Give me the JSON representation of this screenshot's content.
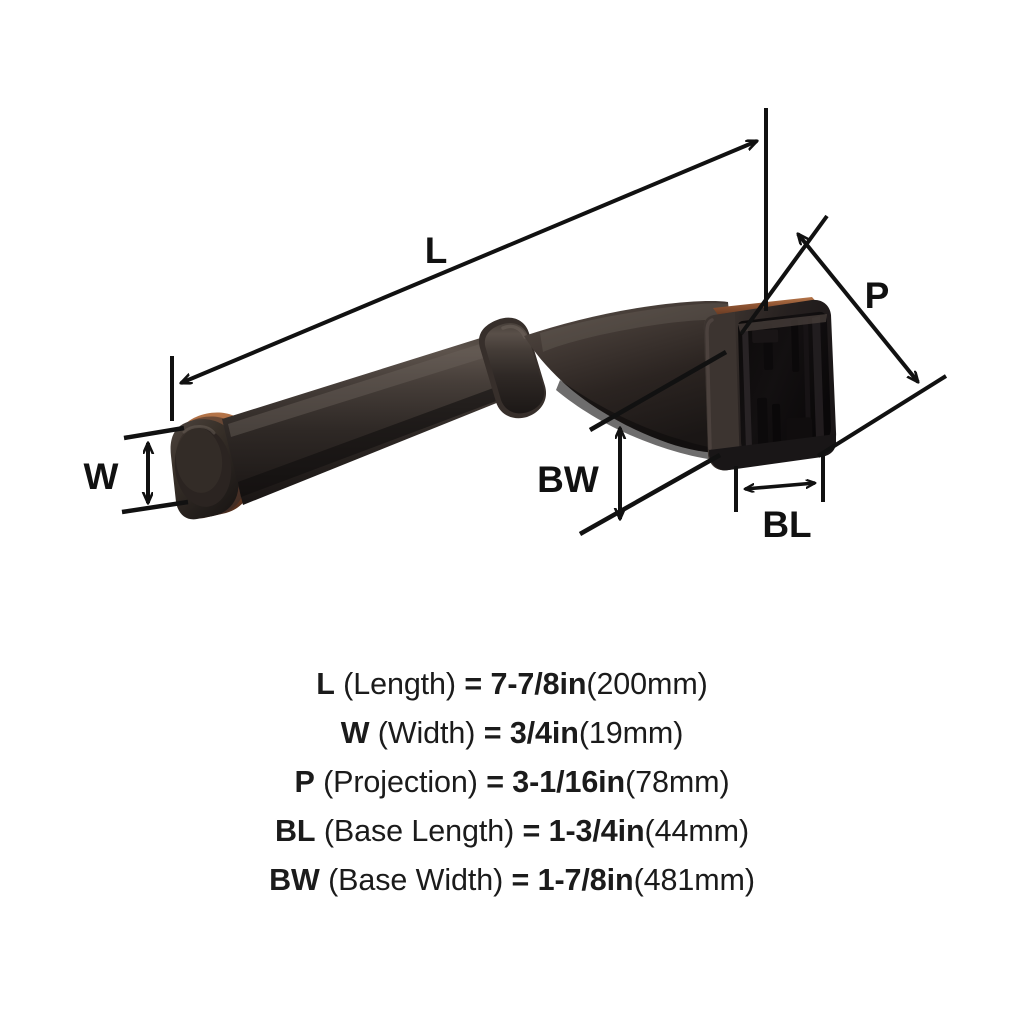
{
  "product": {
    "type": "wall-mounted toilet paper holder",
    "finish_name": "Oil Rubbed Bronze",
    "colors": {
      "body_dark": "#241f1d",
      "body_mid": "#3a332f",
      "body_highlight": "#5d534c",
      "copper_accent": "#7e4a2e",
      "copper_light": "#a9663f",
      "cavity_black": "#100d0c",
      "line_color": "#111111",
      "background": "#ffffff"
    }
  },
  "diagram": {
    "labels": {
      "length": "L",
      "width": "W",
      "projection": "P",
      "base_length": "BL",
      "base_width": "BW"
    }
  },
  "spec_legend": {
    "rows": [
      {
        "code": "L",
        "name": "(Length)",
        "equals": "=",
        "imperial": "7-7/8in",
        "metric": "(200mm)"
      },
      {
        "code": "W",
        "name": "(Width)",
        "equals": "=",
        "imperial": "3/4in",
        "metric": "(19mm)"
      },
      {
        "code": "P",
        "name": "(Projection)",
        "equals": "=",
        "imperial": "3-1/16in",
        "metric": "(78mm)"
      },
      {
        "code": "BL",
        "name": "(Base Length)",
        "equals": "=",
        "imperial": "1-3/4in",
        "metric": "(44mm)"
      },
      {
        "code": "BW",
        "name": "(Base Width)",
        "equals": "=",
        "imperial": "1-7/8in",
        "metric": "(481mm)"
      }
    ]
  }
}
